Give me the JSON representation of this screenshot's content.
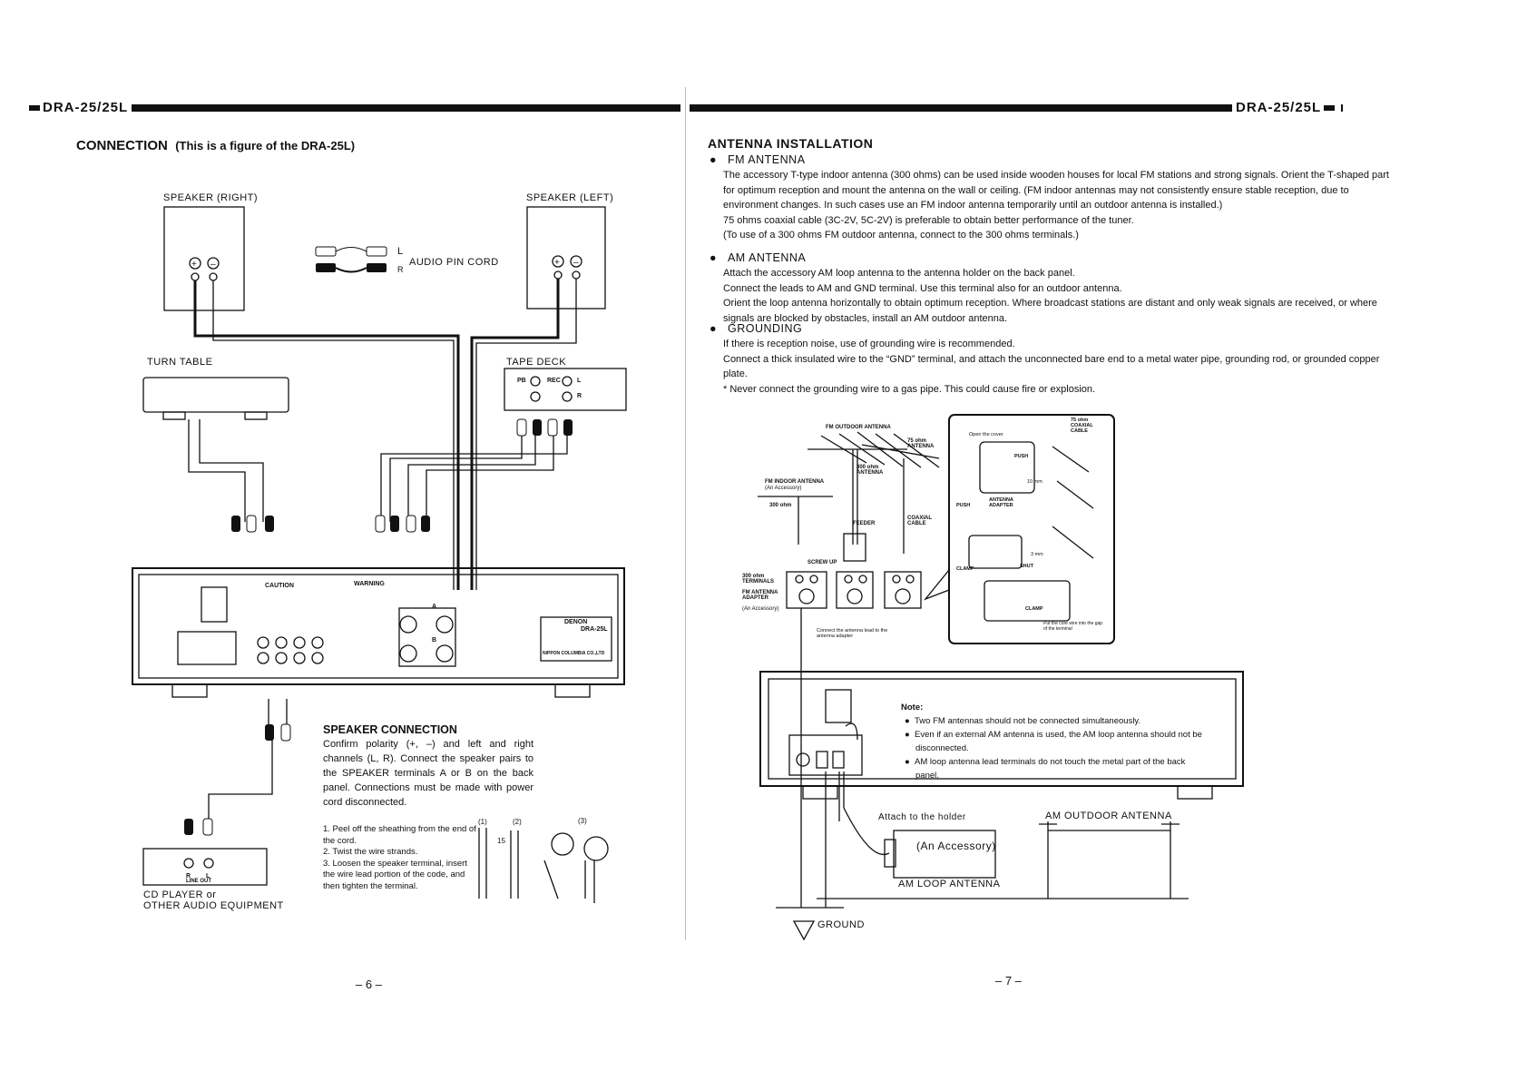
{
  "header": {
    "model_left": "DRA-25/25L",
    "model_right": "DRA-25/25L"
  },
  "left_page": {
    "title": "CONNECTION",
    "subtitle": "(This is a figure of the DRA-25L)",
    "labels": {
      "speaker_right": "SPEAKER (RIGHT)",
      "speaker_left": "SPEAKER (LEFT)",
      "audio_pin_cord": "AUDIO PIN CORD",
      "pin_l": "L",
      "pin_r": "R",
      "turn_table": "TURN TABLE",
      "tape_deck": "TAPE DECK",
      "tape_pb": "PB",
      "tape_rec": "REC",
      "tape_l": "L",
      "tape_r": "R",
      "cd_player_1": "CD PLAYER or",
      "cd_player_2": "OTHER AUDIO EQUIPMENT",
      "cd_r": "R",
      "cd_l": "L",
      "line_out": "LINE OUT",
      "panel_model": "DRA-25L",
      "panel_maker": "NIPPON COLUMBIA CO.,LTD",
      "panel_brand": "DENON",
      "panel_warning": "WARNING",
      "panel_caution": "CAUTION",
      "panel_a": "A",
      "panel_b": "B"
    },
    "speaker_connection": {
      "title": "SPEAKER CONNECTION",
      "body": "Confirm polarity (+, –) and left and right channels (L, R). Connect the speaker pairs to the SPEAKER terminals A or B on the back panel. Connections must be made with power cord disconnected."
    },
    "steps": [
      "1.  Peel off the sheathing from the end of the cord.",
      "2.  Twist the wire strands.",
      "3.  Loosen the speaker terminal, insert the wire lead portion of the code, and then tighten the terminal."
    ],
    "step_markers": [
      "(1)",
      "(2)",
      "(3)"
    ],
    "strip_length": "15",
    "page_number": "– 6 –"
  },
  "right_page": {
    "title": "ANTENNA  INSTALLATION",
    "fm_title": "FM  ANTENNA",
    "fm_body": [
      "The accessory T-type indoor antenna (300 ohms) can be used inside wooden houses for local FM stations and strong signals. Orient the T-shaped part for optimum reception and mount the antenna on the wall or ceiling. (FM indoor antennas may not consistently ensure stable reception, due to environment changes. In such cases use an FM indoor antenna temporarily until an outdoor antenna is installed.)",
      "75 ohms coaxial cable (3C-2V, 5C-2V) is preferable to obtain better performance of the tuner.",
      "(To use of a 300 ohms FM outdoor antenna, connect to the 300 ohms terminals.)"
    ],
    "am_title": "AM  ANTENNA",
    "am_body": [
      "Attach the accessory AM loop antenna to the antenna holder on the back panel.",
      "Connect the leads to AM and GND terminal. Use this terminal also for an outdoor antenna.",
      "Orient the loop antenna horizontally to obtain optimum reception. Where broadcast stations are distant and only weak signals are received, or where signals are blocked by obstacles, install an AM outdoor antenna."
    ],
    "gnd_title": "GROUNDING",
    "gnd_body": [
      "If there is reception noise, use of grounding wire is recommended.",
      "Connect a thick insulated wire to the “GND” terminal, and attach the unconnected bare end to a metal water pipe, grounding rod, or grounded copper plate.",
      "*  Never connect the grounding wire to a gas pipe.  This could cause fire or explosion."
    ],
    "diagram_labels": {
      "fm_outdoor": "FM OUTDOOR ANTENNA",
      "ohm300_antenna": "300 ohm ANTENNA",
      "ohm75_antenna": "75 ohm ANTENNA",
      "fm_indoor": "FM INDOOR ANTENNA",
      "accessory_small": "(An Accessory)",
      "ohm300": "300 ohm",
      "feeder": "FEEDER",
      "coaxial_cable": "COAXIAL CABLE",
      "screw_up": "SCREW UP",
      "ohm300_terminals": "300 ohm TERMINALS",
      "fm_adapter": "FM ANTENNA ADAPTER",
      "fm_adapter_acc": "(An Accessory)",
      "connect_note": "Connect the antenna lead to the antenna adapter",
      "coax_75": "75 ohm COAXIAL CABLE",
      "open_cover": "Open the cover",
      "push": "PUSH",
      "push2": "PUSH",
      "antenna_adapter": "ANTENNA ADAPTER",
      "mm10": "10 mm",
      "mm3": "3 mm",
      "shut": "SHUT",
      "clamp": "CLAMP",
      "clamp2": "CLAMP",
      "core_note": "Put the core wire into the gap of the terminal",
      "attach_holder": "Attach to the holder",
      "am_outdoor": "AM OUTDOOR ANTENNA",
      "accessory": "(An Accessory)",
      "am_loop": "AM LOOP ANTENNA",
      "ground": "GROUND"
    },
    "note": {
      "title": "Note:",
      "items": [
        "Two FM antennas should not be connected simultaneously.",
        "Even if an external AM antenna is used, the AM loop antenna should not be disconnected.",
        "AM loop antenna lead terminals do not touch the metal part of the back panel."
      ]
    },
    "page_number": "– 7 –"
  }
}
